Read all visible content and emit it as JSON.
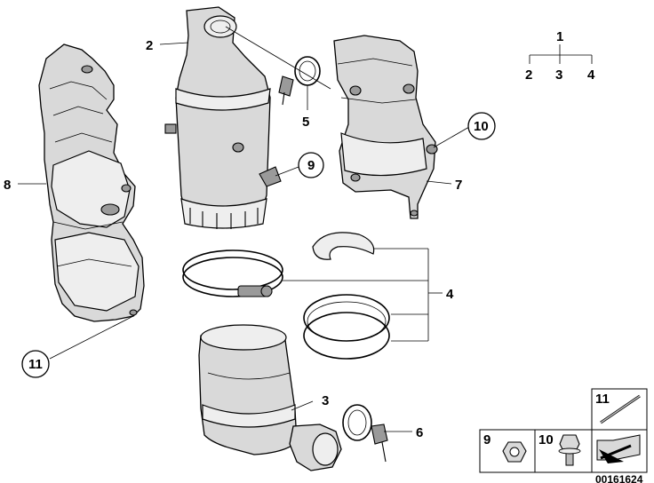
{
  "callouts": {
    "c1": "1",
    "c2": "2",
    "c3": "3",
    "c4": "4",
    "c5": "5",
    "c6": "6",
    "c7": "7",
    "c8": "8",
    "c9": "9",
    "c10": "10",
    "c11": "11"
  },
  "legend_tree": {
    "root": "1",
    "children": [
      "2",
      "3",
      "4"
    ]
  },
  "inset": {
    "label_9": "9",
    "label_10": "10",
    "label_11": "11"
  },
  "diagram_id": "00161624"
}
